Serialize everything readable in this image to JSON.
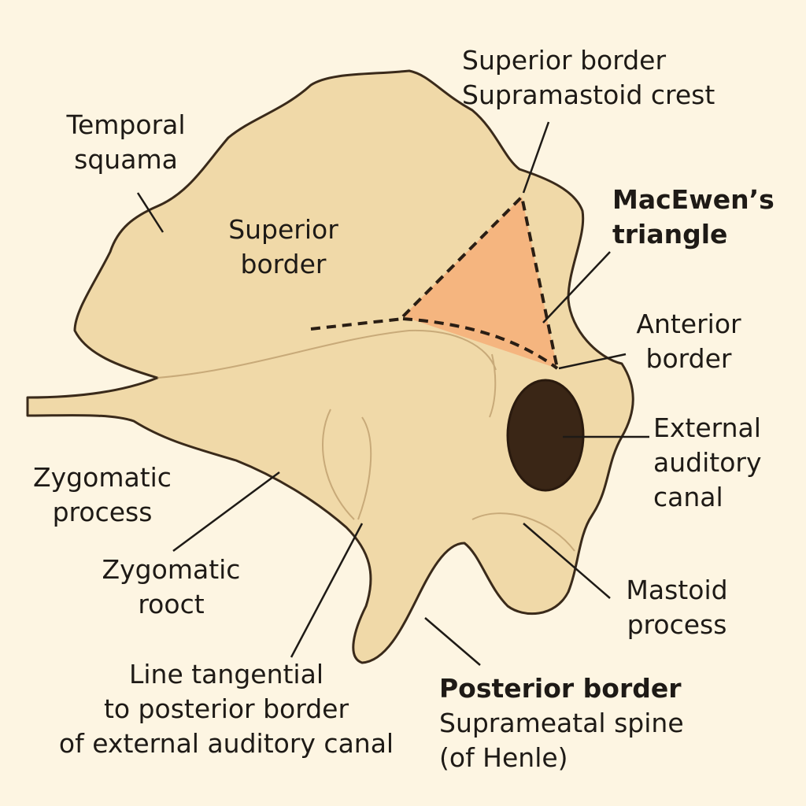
{
  "colors": {
    "background": "#fdf5e2",
    "bone": "#f0d9a8",
    "outline": "#3a2a1a",
    "triangle": "#f5b07a",
    "canal": "#3a2616"
  },
  "labels": {
    "temporal_squama": [
      "Temporal",
      "squama"
    ],
    "superior_border_inner": [
      "Superior",
      "border"
    ],
    "superior_border_crest": [
      "Superior border",
      "Supramastoid crest"
    ],
    "macewens_triangle": [
      "MacEwen’s",
      "triangle"
    ],
    "anterior_border": [
      "Anterior",
      "border"
    ],
    "external_auditory_canal": [
      "External",
      "auditory",
      "canal"
    ],
    "zygomatic_process": [
      "Zygomatic",
      "process"
    ],
    "zygomatic_root": [
      "Zygomatic",
      "rooct"
    ],
    "mastoid_process": [
      "Mastoid",
      "process"
    ],
    "line_tangential": [
      "Line tangential",
      "to posterior border",
      "of external auditory canal"
    ],
    "posterior_border": {
      "title": "Posterior border",
      "lines": [
        "Suprameatal spine",
        "(of Henle)"
      ]
    }
  }
}
